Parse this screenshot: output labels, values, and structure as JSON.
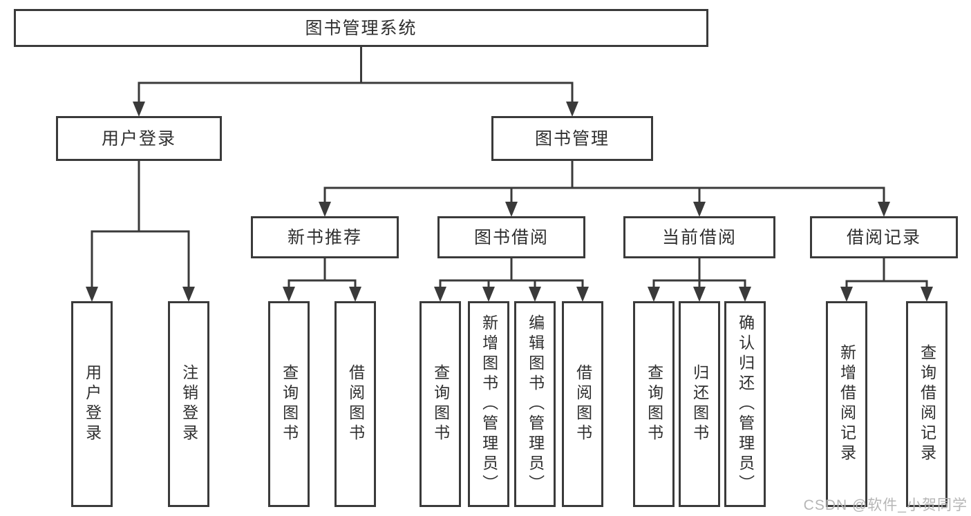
{
  "tree": {
    "label": "图书管理系统",
    "children": [
      {
        "label": "用户登录",
        "children": [
          {
            "label": "用户登录"
          },
          {
            "label": "注销登录"
          }
        ]
      },
      {
        "label": "图书管理",
        "children": [
          {
            "label": "新书推荐",
            "children": [
              {
                "label": "查询图书"
              },
              {
                "label": "借阅图书"
              }
            ]
          },
          {
            "label": "图书借阅",
            "children": [
              {
                "label": "查询图书"
              },
              {
                "label": "新增图书（管理员）"
              },
              {
                "label": "编辑图书（管理员）"
              },
              {
                "label": "借阅图书"
              }
            ]
          },
          {
            "label": "当前借阅",
            "children": [
              {
                "label": "查询图书"
              },
              {
                "label": "归还图书"
              },
              {
                "label": "确认归还（管理员）"
              }
            ]
          },
          {
            "label": "借阅记录",
            "children": [
              {
                "label": "新增借阅记录"
              },
              {
                "label": "查询借阅记录"
              }
            ]
          }
        ]
      }
    ]
  },
  "watermark": "CSDN @软件_小贺同学",
  "colors": {
    "line": "#3a3a3a",
    "text": "#2f2f2f",
    "watermark": "#b6b6b6",
    "background": "#ffffff"
  }
}
